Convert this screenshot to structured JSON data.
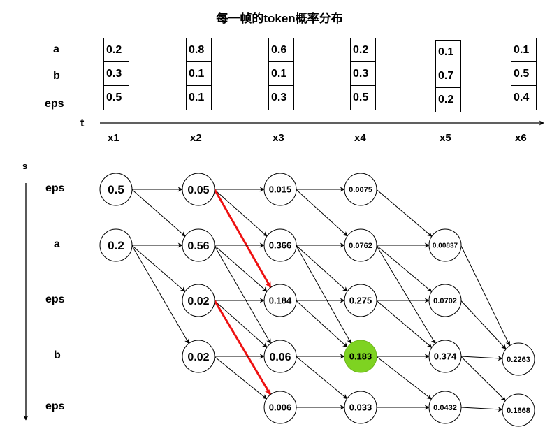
{
  "title": "每一帧的token概率分布",
  "top": {
    "row_labels": [
      "a",
      "b",
      "eps"
    ],
    "time_axis_label": "t",
    "frames": [
      {
        "label": "x1",
        "a": "0.2",
        "b": "0.3",
        "eps": "0.5"
      },
      {
        "label": "x2",
        "a": "0.8",
        "b": "0.1",
        "eps": "0.1"
      },
      {
        "label": "x3",
        "a": "0.6",
        "b": "0.1",
        "eps": "0.3"
      },
      {
        "label": "x4",
        "a": "0.2",
        "b": "0.3",
        "eps": "0.5"
      },
      {
        "label": "x5",
        "a": "0.1",
        "b": "0.7",
        "eps": "0.2"
      },
      {
        "label": "x6",
        "a": "0.1",
        "b": "0.5",
        "eps": "0.4"
      }
    ]
  },
  "trellis": {
    "state_axis_label": "s",
    "row_labels": [
      "eps",
      "a",
      "eps",
      "b",
      "eps"
    ],
    "highlight_color": "#7ed321",
    "path_color": "#ee1111",
    "nodes": [
      {
        "id": "n1_0",
        "col": 0,
        "row": 0,
        "value": "0.5"
      },
      {
        "id": "n1_1",
        "col": 0,
        "row": 1,
        "value": "0.2"
      },
      {
        "id": "n2_0",
        "col": 1,
        "row": 0,
        "value": "0.05"
      },
      {
        "id": "n2_1",
        "col": 1,
        "row": 1,
        "value": "0.56"
      },
      {
        "id": "n2_2",
        "col": 1,
        "row": 2,
        "value": "0.02"
      },
      {
        "id": "n2_3",
        "col": 1,
        "row": 3,
        "value": "0.02"
      },
      {
        "id": "n3_0",
        "col": 2,
        "row": 0,
        "value": "0.015"
      },
      {
        "id": "n3_1",
        "col": 2,
        "row": 1,
        "value": "0.366"
      },
      {
        "id": "n3_2",
        "col": 2,
        "row": 2,
        "value": "0.184"
      },
      {
        "id": "n3_3",
        "col": 2,
        "row": 3,
        "value": "0.06"
      },
      {
        "id": "n3_4",
        "col": 2,
        "row": 4,
        "value": "0.006"
      },
      {
        "id": "n4_0",
        "col": 3,
        "row": 0,
        "value": "0.0075"
      },
      {
        "id": "n4_1",
        "col": 3,
        "row": 1,
        "value": "0.0762"
      },
      {
        "id": "n4_2",
        "col": 3,
        "row": 2,
        "value": "0.275"
      },
      {
        "id": "n4_3",
        "col": 3,
        "row": 3,
        "value": "0.183",
        "highlight": true
      },
      {
        "id": "n4_4",
        "col": 3,
        "row": 4,
        "value": "0.033"
      },
      {
        "id": "n5_1",
        "col": 4,
        "row": 1,
        "value": "0.00837"
      },
      {
        "id": "n5_2",
        "col": 4,
        "row": 2,
        "value": "0.0702"
      },
      {
        "id": "n5_3",
        "col": 4,
        "row": 3,
        "value": "0.374"
      },
      {
        "id": "n5_4",
        "col": 4,
        "row": 4,
        "value": "0.0432"
      },
      {
        "id": "n6_3",
        "col": 5,
        "row": 3,
        "value": "0.2263"
      },
      {
        "id": "n6_4",
        "col": 5,
        "row": 4,
        "value": "0.1668"
      }
    ],
    "edges": [
      [
        "n1_0",
        "n2_0"
      ],
      [
        "n1_0",
        "n2_1"
      ],
      [
        "n1_1",
        "n2_1"
      ],
      [
        "n1_1",
        "n2_2"
      ],
      [
        "n1_1",
        "n2_3"
      ],
      [
        "n2_0",
        "n3_0"
      ],
      [
        "n2_0",
        "n3_1"
      ],
      [
        "n2_0",
        "n3_2",
        true
      ],
      [
        "n2_1",
        "n3_1"
      ],
      [
        "n2_1",
        "n3_2"
      ],
      [
        "n2_1",
        "n3_3"
      ],
      [
        "n2_2",
        "n3_2"
      ],
      [
        "n2_2",
        "n3_3"
      ],
      [
        "n2_2",
        "n3_4",
        true
      ],
      [
        "n2_3",
        "n3_3"
      ],
      [
        "n2_3",
        "n3_4"
      ],
      [
        "n3_0",
        "n4_0"
      ],
      [
        "n3_0",
        "n4_1"
      ],
      [
        "n3_1",
        "n4_1"
      ],
      [
        "n3_1",
        "n4_2"
      ],
      [
        "n3_1",
        "n4_3"
      ],
      [
        "n3_2",
        "n4_2"
      ],
      [
        "n3_2",
        "n4_3"
      ],
      [
        "n3_3",
        "n4_3"
      ],
      [
        "n3_3",
        "n4_4"
      ],
      [
        "n3_4",
        "n4_4"
      ],
      [
        "n4_0",
        "n5_1"
      ],
      [
        "n4_1",
        "n5_1"
      ],
      [
        "n4_1",
        "n5_2"
      ],
      [
        "n4_1",
        "n5_3"
      ],
      [
        "n4_2",
        "n5_2"
      ],
      [
        "n4_2",
        "n5_3"
      ],
      [
        "n4_3",
        "n5_3"
      ],
      [
        "n4_3",
        "n5_4"
      ],
      [
        "n4_4",
        "n5_4"
      ],
      [
        "n5_1",
        "n6_3"
      ],
      [
        "n5_2",
        "n6_3"
      ],
      [
        "n5_3",
        "n6_3"
      ],
      [
        "n5_3",
        "n6_4"
      ],
      [
        "n5_4",
        "n6_4"
      ]
    ]
  }
}
